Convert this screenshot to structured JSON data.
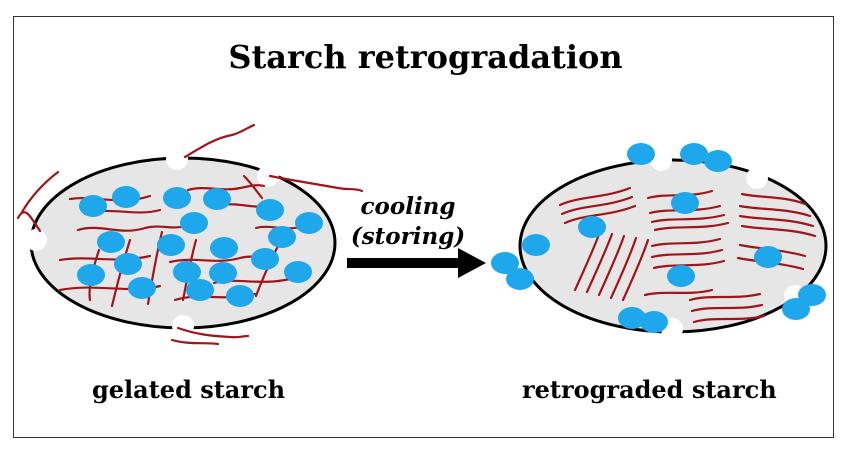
{
  "title": "Starch retrogradation",
  "left_label": "gelated starch",
  "right_label": "retrograded starch",
  "process": {
    "line1": "cooling",
    "line2": "(storing)"
  },
  "colors": {
    "granule_fill": "#e6e6e6",
    "chain": "#a0151a",
    "blob": "#1ea7ea",
    "outline": "#000000"
  }
}
